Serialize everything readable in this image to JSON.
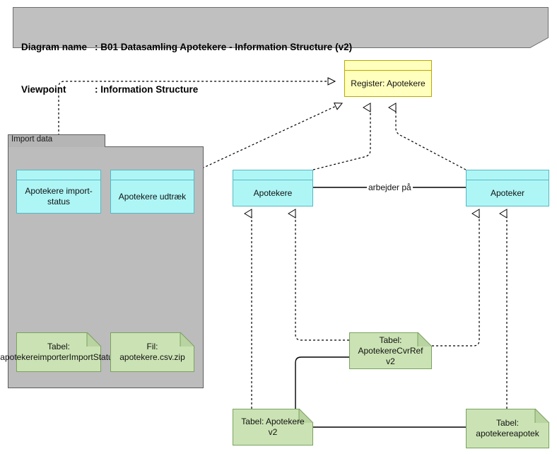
{
  "header": {
    "name_key": "Diagram name",
    "name_sep": ": ",
    "name_value": "B01 Datasamling Apotekere - Information Structure (v2)",
    "viewpoint_key": "Viewpoint",
    "viewpoint_sep": ": ",
    "viewpoint_value": "Information Structure"
  },
  "package": {
    "label": "Import data"
  },
  "nodes": {
    "register_apotekere": "Register: Apotekere",
    "apotekere_importstatus": "Apotekere import-status",
    "apotekere_udtraek": "Apotekere udtræk",
    "apotekere": "Apotekere",
    "apoteker": "Apoteker",
    "tabel_importstatus": "Tabel: apotekereimporterImportStatus",
    "fil_csv_zip": "Fil: apotekere.csv.zip",
    "tabel_cvrref": "Tabel: ApotekereCvrRef v2",
    "tabel_apotekere_v2": "Tabel: Apotekere v2",
    "tabel_apotekereapotek": "Tabel: apotekereapotek"
  },
  "edges": {
    "arbejder_paa": "arbejder på"
  },
  "colors": {
    "header_fill": "#c0c0c0",
    "package_fill": "#bcbcbc",
    "package_tab_fill": "#b5b5b5",
    "class_fill": "#aef6f6",
    "class_stroke": "#56b8c4",
    "register_fill": "#ffffbe",
    "register_stroke": "#b9a800",
    "note_fill": "#cbe3b4",
    "note_stroke": "#7aa260",
    "line": "#000000"
  }
}
